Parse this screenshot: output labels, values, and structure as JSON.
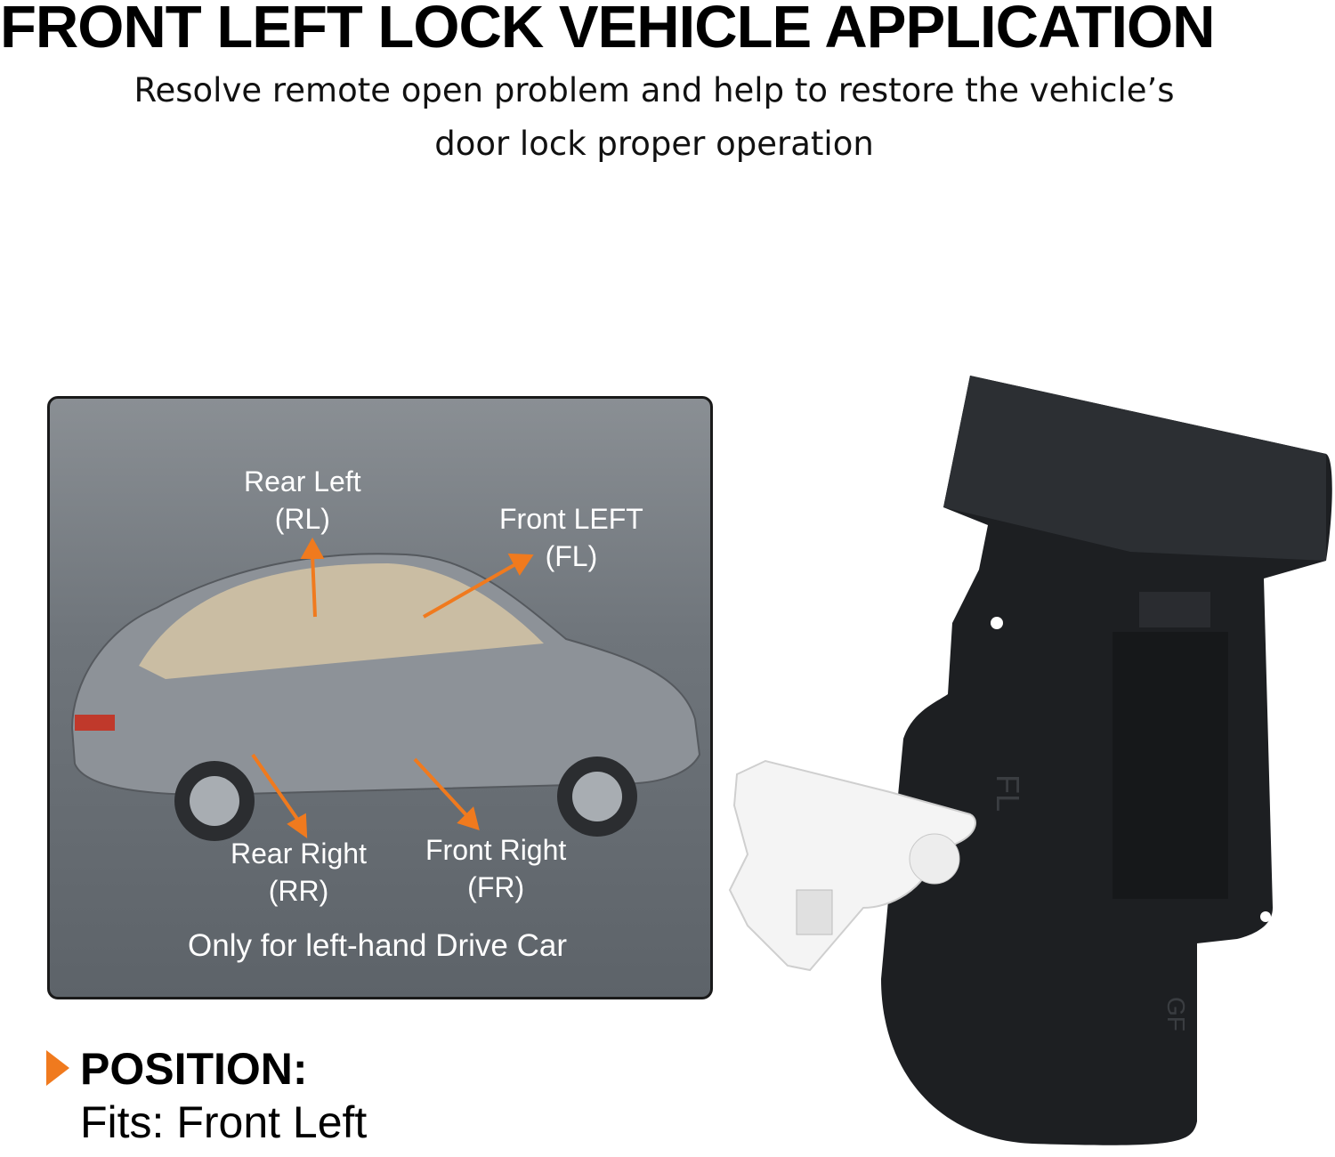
{
  "header": {
    "title": "FRONT LEFT LOCK VEHICLE APPLICATION",
    "subtitle_line1": "Resolve remote open problem and help to restore the vehicle’s",
    "subtitle_line2": "door lock proper operation"
  },
  "diagram": {
    "rear_left": "Rear Left",
    "rear_left_code": "(RL)",
    "front_left": "Front LEFT",
    "front_left_code": "(FL)",
    "rear_right": "Rear Right",
    "rear_right_code": "(RR)",
    "front_right": "Front Right",
    "front_right_code": "(FR)",
    "note": "Only for left-hand Drive Car",
    "arrow_color": "#f07a1e"
  },
  "position": {
    "title": "POSITION:",
    "fits": "Fits: Front Left"
  },
  "product": {
    "marking_1": "FL",
    "marking_2": "GF"
  }
}
